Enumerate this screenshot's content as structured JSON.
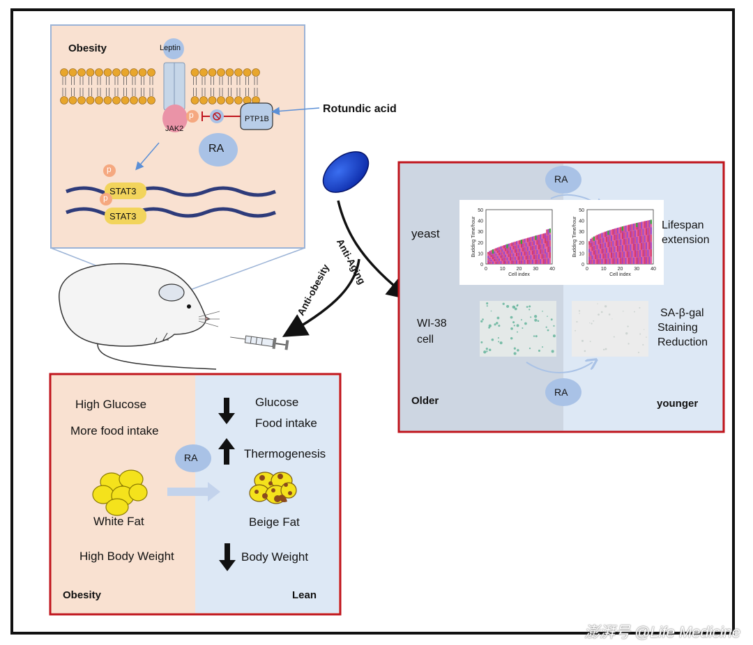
{
  "inset": {
    "title": "Obesity",
    "leptin": "Leptin",
    "jak2": "JAK2",
    "ptp1b": "PTP1B",
    "p": "p",
    "ra": "RA",
    "stat3": "STAT3"
  },
  "compound": {
    "name": "Rotundic acid"
  },
  "arrows": {
    "anti_aging": "Anti-Aging",
    "anti_obesity": "Anti-obesity"
  },
  "aging_panel": {
    "ra_top": "RA",
    "ra_bottom": "RA",
    "yeast": "yeast",
    "lifespan": [
      "Lifespan",
      "extension"
    ],
    "wi38": [
      "WI-38",
      "cell"
    ],
    "sagal": [
      "SA-β-gal",
      "Staining",
      "Reduction"
    ],
    "older": "Older",
    "younger": "younger",
    "plot": {
      "ylabel": "Budding Time/hour",
      "xlabel": "Cell index",
      "yticks": [
        "50",
        "40",
        "30",
        "20",
        "10",
        "0"
      ],
      "xticks": [
        "0",
        "10",
        "20",
        "30",
        "40"
      ]
    }
  },
  "obesity_panel": {
    "high_glucose": "High Glucose",
    "more_food": "More food intake",
    "ra": "RA",
    "white_fat": "White Fat",
    "high_bw": "High Body Weight",
    "obesity": "Obesity",
    "glucose": "Glucose",
    "food_intake": "Food intake",
    "thermo": "Thermogenesis",
    "beige_fat": "Beige Fat",
    "body_weight": "Body Weight",
    "lean": "Lean"
  },
  "watermark": "澎湃号 @Life Medicine",
  "colors": {
    "peach": "#f9e1d1",
    "lightblue": "#dde8f5",
    "graypanel": "#cdd6e2",
    "red": "#c0141c",
    "ra_circle": "#a9c2e6",
    "stat3": "#f2d45c",
    "jak2": "#ea93a7",
    "phospho": "#f5a880",
    "lipid": "#e8a62c",
    "fat": "#f4e21c"
  }
}
